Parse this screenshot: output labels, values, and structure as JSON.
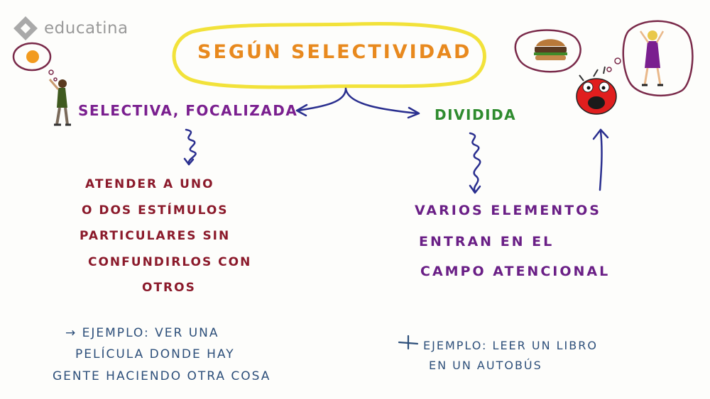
{
  "brand": {
    "name": "educatina"
  },
  "title": "Según selectividad",
  "left": {
    "heading": "Selectiva, focalizada",
    "definition": [
      "Atender a uno",
      "o dos estímulos",
      "particulares sin",
      "confundirlos con",
      "otros"
    ],
    "example": [
      "→ Ejemplo: ver una",
      "película donde hay",
      "gente haciendo otra cosa"
    ]
  },
  "right": {
    "heading": "Dividida",
    "definition": [
      "Varios elementos",
      "entran en el",
      "campo atencional"
    ],
    "example": [
      "Ejemplo: leer un libro",
      "en un autobús"
    ]
  },
  "colors": {
    "title": "#e8891e",
    "bubble_outline": "#f2e23a",
    "left_heading": "#7a1f8f",
    "right_heading": "#2e8b2e",
    "left_definition": "#8b1a2b",
    "right_definition": "#6a1f86",
    "example": "#2d4f7a",
    "arrows": "#2a2f8f"
  },
  "icons": [
    "educatina-logo-icon",
    "kid-with-ball-icon",
    "hamburger-thought-icon",
    "woman-thought-icon",
    "red-surprised-face-icon"
  ]
}
